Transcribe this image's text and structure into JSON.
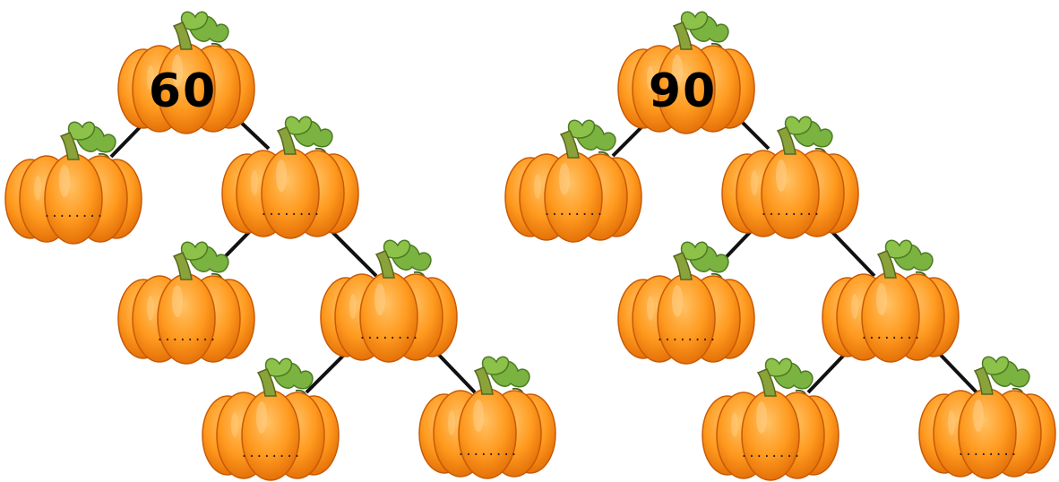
{
  "trees": [
    {
      "root_value": "60",
      "nodes": [
        {
          "id": "root",
          "value": "60"
        },
        {
          "id": "l1-left",
          "value": "........"
        },
        {
          "id": "l1-right",
          "value": "........"
        },
        {
          "id": "l2-left",
          "value": "........"
        },
        {
          "id": "l2-right",
          "value": "........"
        },
        {
          "id": "l3-left",
          "value": "........"
        },
        {
          "id": "l3-right",
          "value": "........"
        }
      ]
    },
    {
      "root_value": "90",
      "nodes": [
        {
          "id": "root",
          "value": "90"
        },
        {
          "id": "l1-left",
          "value": "........"
        },
        {
          "id": "l1-right",
          "value": "........"
        },
        {
          "id": "l2-left",
          "value": "........"
        },
        {
          "id": "l2-right",
          "value": "........"
        },
        {
          "id": "l3-left",
          "value": "........"
        },
        {
          "id": "l3-right",
          "value": "........"
        }
      ]
    }
  ],
  "colors": {
    "pumpkin_light": "#ffb347",
    "pumpkin_mid": "#ff9a1f",
    "pumpkin_dark": "#e8710a",
    "pumpkin_rib": "#c85a05",
    "stem": "#8aa23a",
    "leaf": "#6fae3a",
    "branch": "#111111",
    "root_text": "#000000"
  }
}
